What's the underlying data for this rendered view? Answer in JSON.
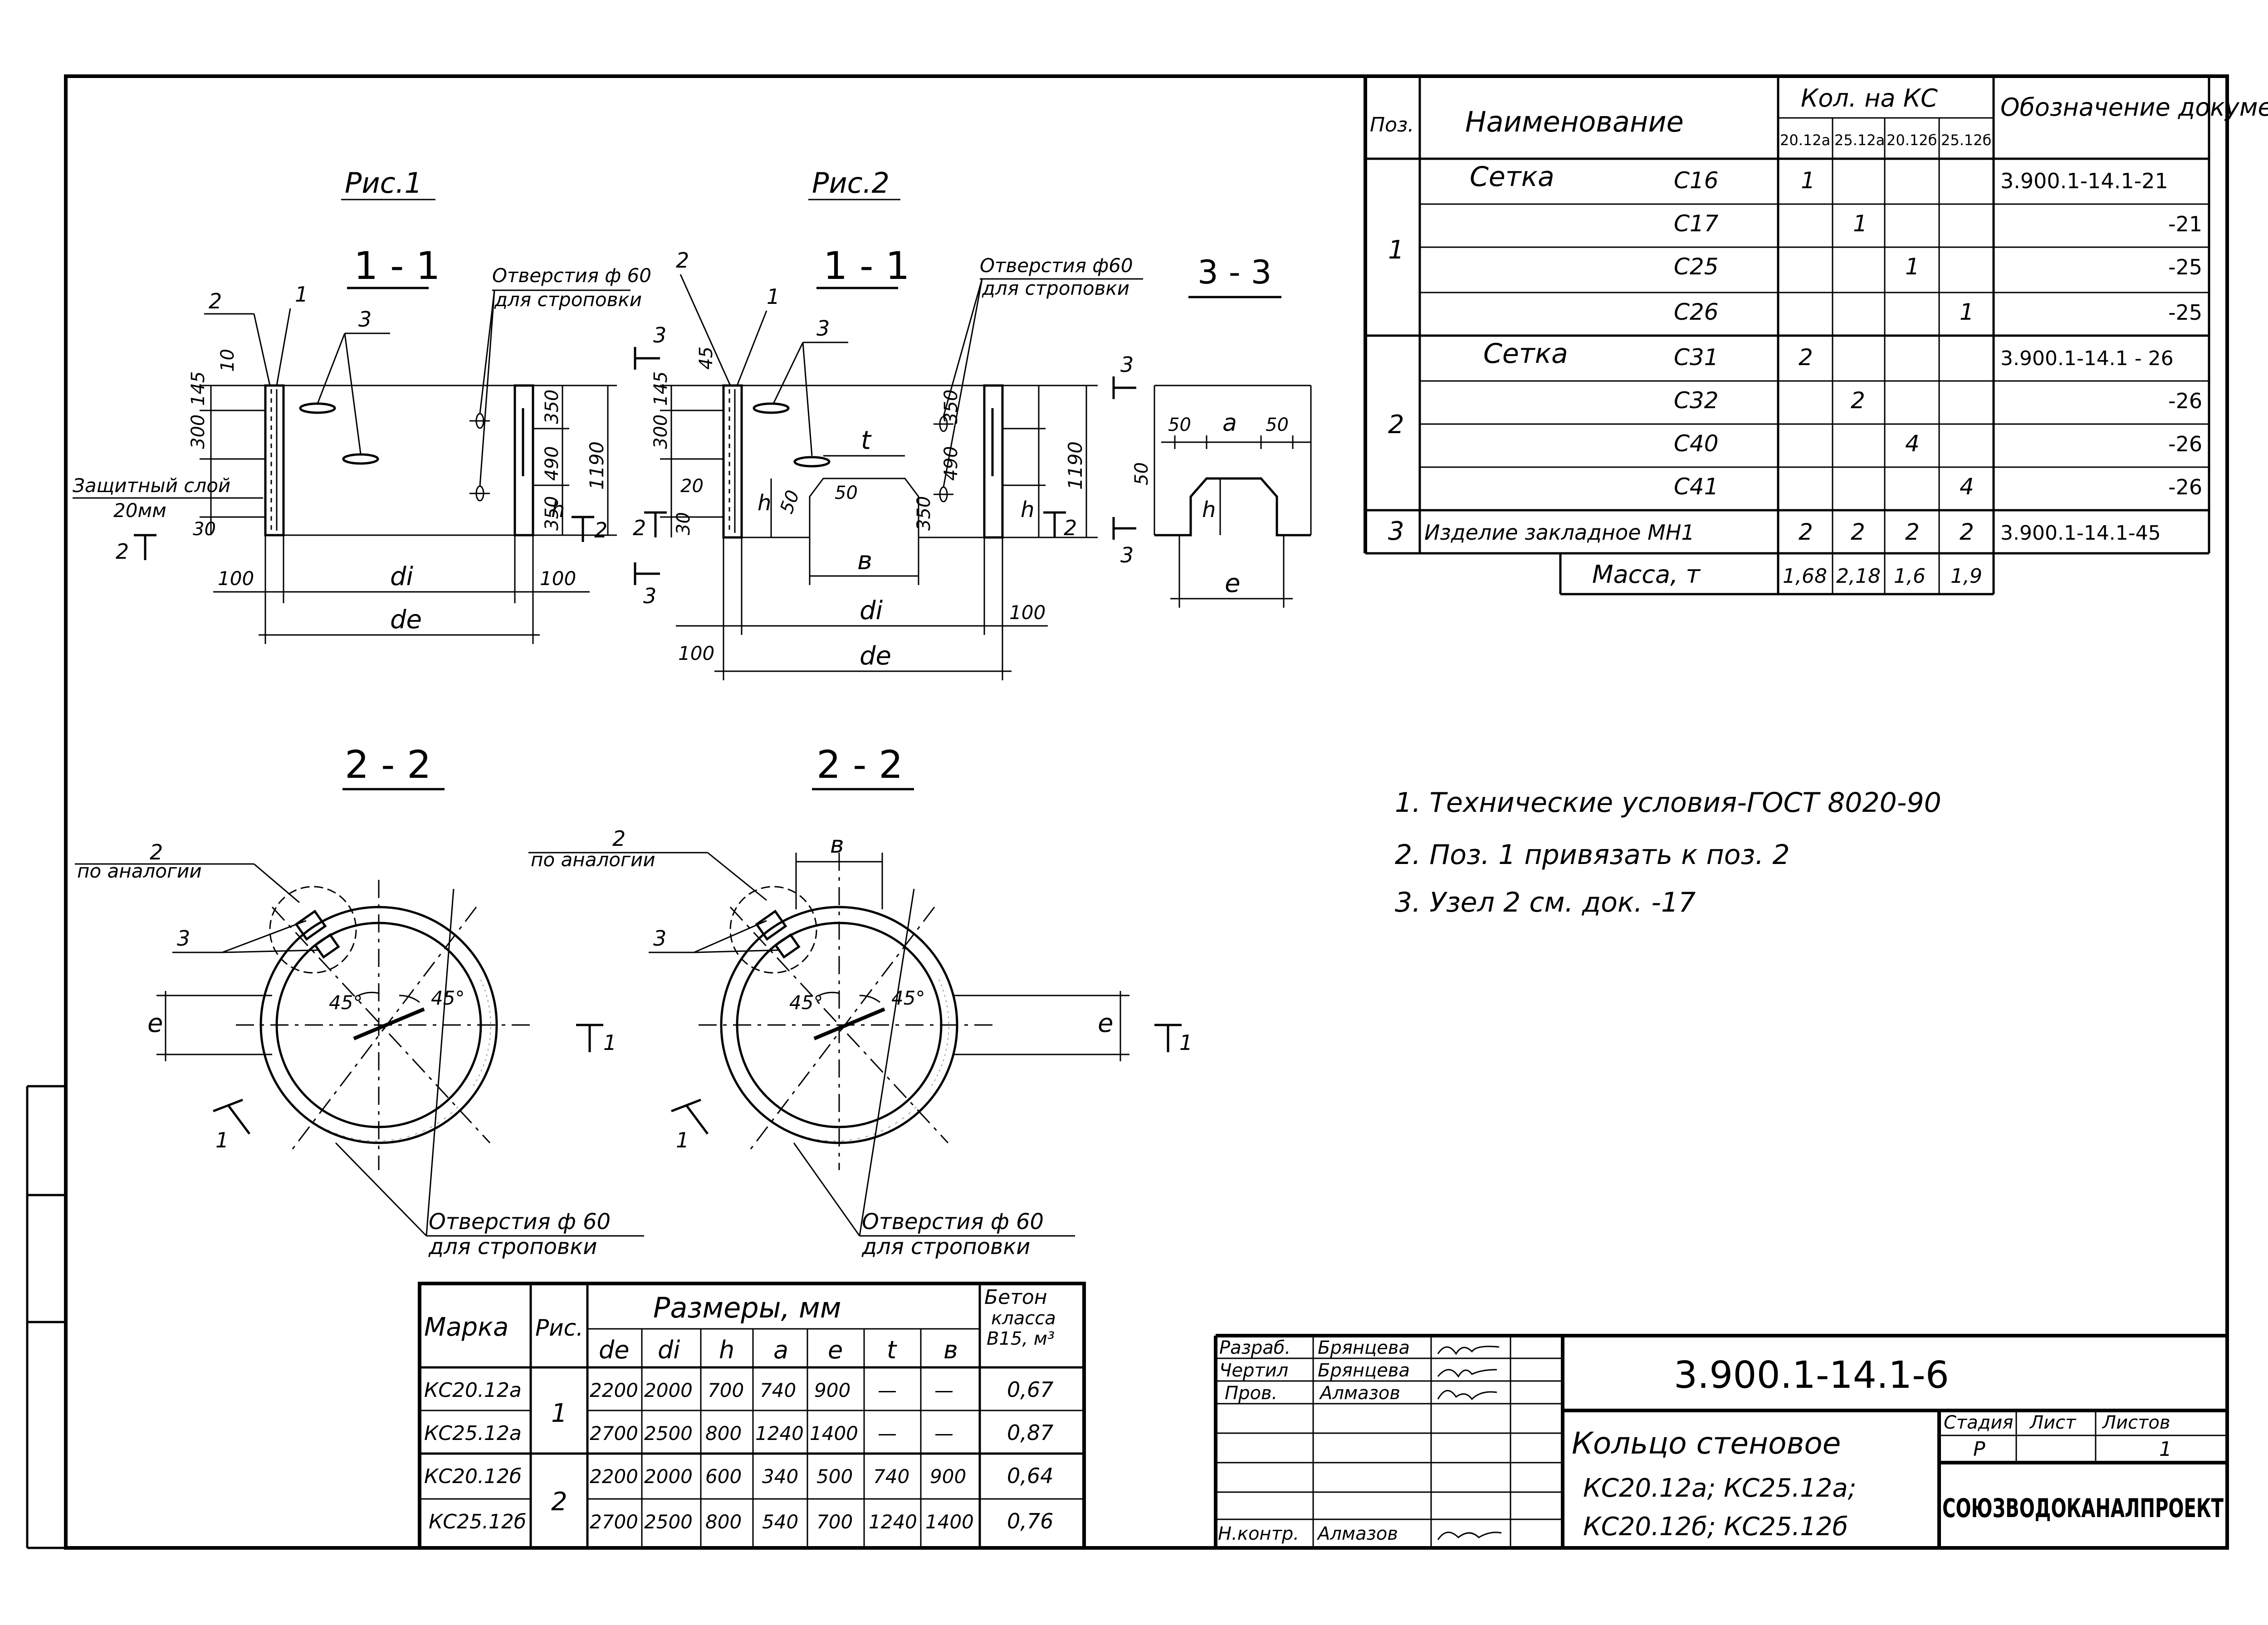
{
  "fig1": {
    "caption": "Рис.1",
    "section": "1 - 1",
    "callouts": [
      "2",
      "1",
      "3"
    ],
    "hole_note": [
      "Отверстия ф 60",
      "для строповки"
    ],
    "protect_layer": [
      "Защитный слой",
      "20мм"
    ],
    "dims": {
      "d10": "10",
      "d145": "145",
      "d300": "300",
      "d30": "30",
      "d350a": "350",
      "d490": "490",
      "d350b": "350",
      "d1190": "1190",
      "h": "h",
      "left100": "100",
      "right100": "100",
      "di": "di",
      "de": "de"
    },
    "section_marks": [
      "2",
      "2"
    ]
  },
  "fig2": {
    "caption": "Рис.2",
    "section": "1 - 1",
    "callouts": [
      "2",
      "1",
      "3"
    ],
    "hole_note": [
      "Отверстия ф60",
      "для строповки"
    ],
    "dims": {
      "d45": "45",
      "d145": "145",
      "d300": "300",
      "d20": "20",
      "d30": "30",
      "d350a": "350",
      "d490": "490",
      "d350b": "350",
      "d1190": "1190",
      "h": "h",
      "h2": "h",
      "d50": "50",
      "d50b": "50",
      "t": "t",
      "b": "в",
      "left100": "100",
      "right100": "100",
      "di": "di",
      "de": "de"
    },
    "section_marks": [
      "3",
      "2",
      "3",
      "2"
    ]
  },
  "sec33": {
    "title": "3 - 3",
    "dims": {
      "d50a": "50",
      "a": "a",
      "d50b": "50",
      "d50v": "50",
      "h": "h",
      "e": "e"
    },
    "section_marks": [
      "3",
      "3"
    ]
  },
  "plan1": {
    "title": "2 - 2",
    "callout2": [
      "2",
      "по аналогии"
    ],
    "callout3": "3",
    "angle_a": "45°",
    "angle_b": "45°",
    "e_label": "e",
    "marks": [
      "1",
      "1"
    ],
    "hole_note": [
      "Отверстия ф 60",
      "для строповки"
    ]
  },
  "plan2": {
    "title": "2 - 2",
    "callout2": [
      "2",
      "по аналогии"
    ],
    "callout3": "3",
    "b_label": "в",
    "angle_a": "45°",
    "angle_b": "45°",
    "e_label": "e",
    "marks": [
      "1",
      "1"
    ],
    "hole_note": [
      "Отверстия ф 60",
      "для строповки"
    ]
  },
  "spec": {
    "headers": {
      "pos": "Поз.",
      "name": "Наименование",
      "qty": "Кол. на КС",
      "doc": "Обозначение документа"
    },
    "qty_cols": [
      "20.12а",
      "25.12а",
      "20.12б",
      "25.12б"
    ],
    "groups": [
      {
        "pos": "1",
        "title": "Сетка",
        "rows": [
          {
            "mark": "С16",
            "qty": [
              "1",
              "",
              "",
              ""
            ],
            "doc": "3.900.1-14.1-21"
          },
          {
            "mark": "С17",
            "qty": [
              "",
              "1",
              "",
              ""
            ],
            "doc": "-21"
          },
          {
            "mark": "С25",
            "qty": [
              "",
              "",
              "1",
              ""
            ],
            "doc": "-25"
          },
          {
            "mark": "С26",
            "qty": [
              "",
              "",
              "",
              "1"
            ],
            "doc": "-25"
          }
        ]
      },
      {
        "pos": "2",
        "title": "Сетка",
        "rows": [
          {
            "mark": "С31",
            "qty": [
              "2",
              "",
              "",
              ""
            ],
            "doc": "3.900.1-14.1 - 26"
          },
          {
            "mark": "С32",
            "qty": [
              "",
              "2",
              "",
              ""
            ],
            "doc": "-26"
          },
          {
            "mark": "С40",
            "qty": [
              "",
              "",
              "4",
              ""
            ],
            "doc": "-26"
          },
          {
            "mark": "С41",
            "qty": [
              "",
              "",
              "",
              "4"
            ],
            "doc": "-26"
          }
        ]
      }
    ],
    "item3": {
      "pos": "3",
      "name": "Изделие закладное МН1",
      "qty": [
        "2",
        "2",
        "2",
        "2"
      ],
      "doc": "3.900.1-14.1-45"
    },
    "mass": {
      "label": "Масса, т",
      "values": [
        "1,68",
        "2,18",
        "1,6",
        "1,9"
      ]
    }
  },
  "notes": [
    "1. Технические условия-ГОСТ 8020-90",
    "2. Поз. 1 привязать к поз. 2",
    "3. Узел 2 см. док. -17"
  ],
  "dims_table": {
    "headers": {
      "mark": "Марка",
      "fig": "Рис.",
      "sizes": "Размеры, мм",
      "concrete": [
        "Бетон",
        "класса",
        "В15, м³"
      ]
    },
    "sub": [
      "de",
      "di",
      "h",
      "a",
      "e",
      "t",
      "в"
    ],
    "rows": [
      {
        "mark": "КС20.12а",
        "vals": [
          "2200",
          "2000",
          "700",
          "740",
          "900",
          "—",
          "—"
        ],
        "conc": "0,67"
      },
      {
        "mark": "КС25.12а",
        "vals": [
          "2700",
          "2500",
          "800",
          "1240",
          "1400",
          "—",
          "—"
        ],
        "conc": "0,87"
      },
      {
        "mark": "КС20.12б",
        "vals": [
          "2200",
          "2000",
          "600",
          "340",
          "500",
          "740",
          "900"
        ],
        "conc": "0,64"
      },
      {
        "mark": "КС25.12б",
        "vals": [
          "2700",
          "2500",
          "800",
          "540",
          "700",
          "1240",
          "1400"
        ],
        "conc": "0,76"
      }
    ],
    "fig_groups": [
      "1",
      "2"
    ]
  },
  "title_block": {
    "roles": [
      {
        "role": "Разраб.",
        "name": "Брянцева"
      },
      {
        "role": "Чертил",
        "name": "Брянцева"
      },
      {
        "role": "Пров.",
        "name": "Алмазов"
      },
      {
        "role": "Н.контр.",
        "name": "Алмазов"
      }
    ],
    "doc_number": "3.900.1-14.1-6",
    "title_lines": [
      "Кольцо стеновое",
      "КС20.12а; КС25.12а;",
      "КС20.12б; КС25.12б"
    ],
    "stage_label": "Стадия",
    "sheet_label": "Лист",
    "sheets_label": "Листов",
    "stage": "Р",
    "sheet": "",
    "sheets": "1",
    "org": "СОЮЗВОДОКАНАЛПРОЕКТ"
  }
}
